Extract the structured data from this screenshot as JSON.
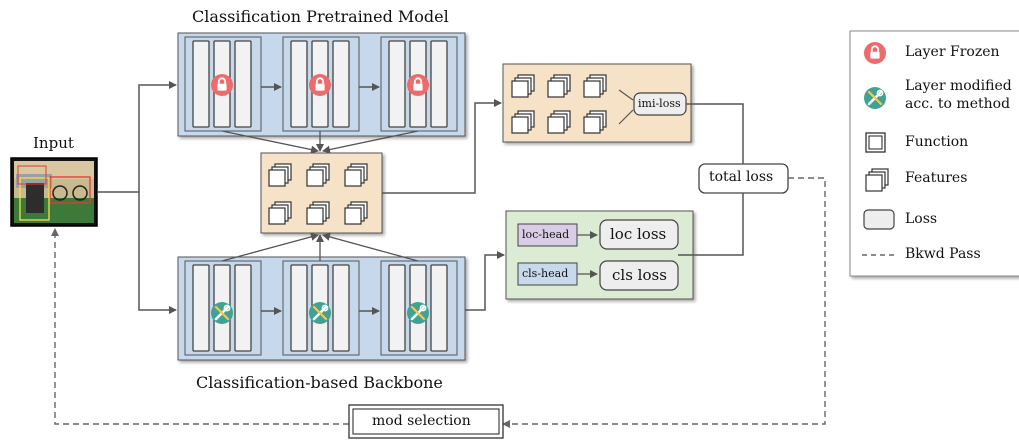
{
  "titles": {
    "pretrained": "Classification Pretrained Model",
    "backbone": "Classification-based Backbone",
    "input": "Input"
  },
  "heads": {
    "imi_loss": "imi-loss",
    "loc_head": "loc-head",
    "cls_head": "cls-head",
    "loc_loss": "loc loss",
    "cls_loss": "cls loss",
    "total_loss": "total loss",
    "mod_selection": "mod selection"
  },
  "legend": {
    "frozen": "Layer Frozen",
    "modified_line1": "Layer modified",
    "modified_line2": "acc. to method",
    "function": "Function",
    "features": "Features",
    "loss": "Loss",
    "bkwd": "Bkwd Pass"
  },
  "colors": {
    "blue_panel": "#c6d9ec",
    "orange_panel": "#f6e2c6",
    "green_panel": "#dcebd4",
    "lock_red": "#ef6b6b",
    "wrench_teal": "#3fa394",
    "loc_head_fill": "#d9cce6",
    "cls_head_fill": "#c9d9ec"
  },
  "icons": {
    "frozen": "lock-icon",
    "modified": "wrench-screwdriver-icon"
  }
}
